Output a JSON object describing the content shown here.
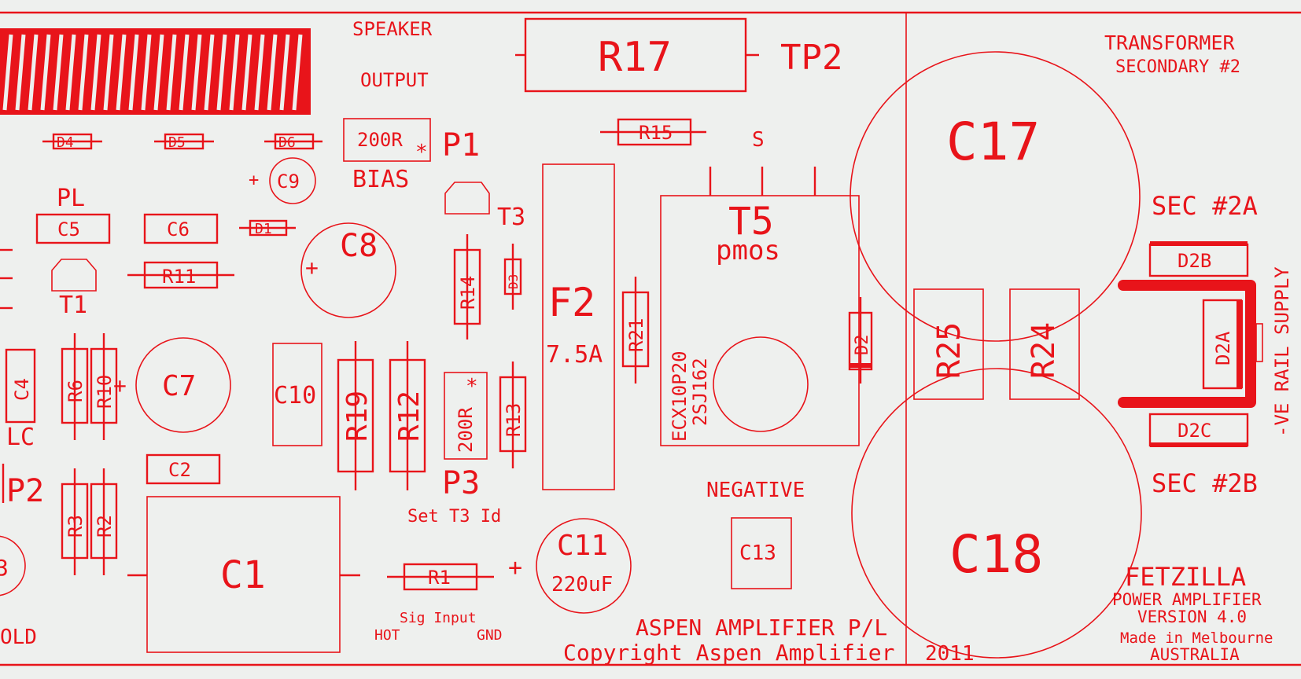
{
  "colors": {
    "silkscreen": "#e8141a",
    "board": "#eef0ee"
  },
  "board_text": {
    "speaker_line1": "SPEAKER",
    "speaker_line2": "OUTPUT",
    "transformer_line1": "TRANSFORMER",
    "transformer_line2": "SECONDARY #2",
    "tp2": "TP2",
    "s_label": "S",
    "bias": "BIAS",
    "t3": "T3",
    "t1": "T1",
    "t5": "T5",
    "pmos": "pmos",
    "t5_part1": "ECX10P20",
    "t5_part2": "2SJ162",
    "pl": "PL",
    "lc": "LC",
    "old": "OLD",
    "p1": "P1",
    "p2": "P2",
    "p3": "P3",
    "set_t3": "Set T3 Id",
    "sec2a": "SEC #2A",
    "sec2b": "SEC #2B",
    "ve_rail": "-VE RAIL SUPPLY",
    "negative": "NEGATIVE",
    "sig_input": "Sig Input",
    "hot": "HOT",
    "gnd": "GND",
    "aspen_pl": "ASPEN AMPLIFIER P/L",
    "copyright": "Copyright Aspen Amplifier",
    "year": "2011",
    "fetzilla": "FETZILLA",
    "power_amp": "POWER AMPLIFIER",
    "version": "VERSION 4.0",
    "made_in": "Made in Melbourne",
    "australia": "AUSTRALIA",
    "plus1": "+",
    "plus2": "+",
    "plus3": "+",
    "plus4": "+",
    "partial_c3": "3"
  },
  "components": {
    "r17": "R17",
    "r15": "R15",
    "r14": "R14",
    "r13": "R13",
    "r12": "R12",
    "r11": "R11",
    "r10": "R10",
    "r6": "R6",
    "r3": "R3",
    "r2": "R2",
    "r1": "R1",
    "r19": "R19",
    "r21": "R21",
    "r24": "R24",
    "r25": "R25",
    "c1": "C1",
    "c2": "C2",
    "c4": "C4",
    "c5": "C5",
    "c6": "C6",
    "c7": "C7",
    "c8": "C8",
    "c9": "C9",
    "c10": "C10",
    "c11": "C11",
    "c11_value": "220uF",
    "c13": "C13",
    "c17": "C17",
    "c18": "C18",
    "d1": "D1",
    "d2": "D2",
    "d2a": "D2A",
    "d2b": "D2B",
    "d2c": "D2C",
    "d3": "D3",
    "d4": "D4",
    "d5": "D5",
    "d6": "D6",
    "f2": "F2",
    "f2_rating": "7.5A",
    "p1_value": "200R",
    "p3_value": "200R",
    "star": "*"
  }
}
